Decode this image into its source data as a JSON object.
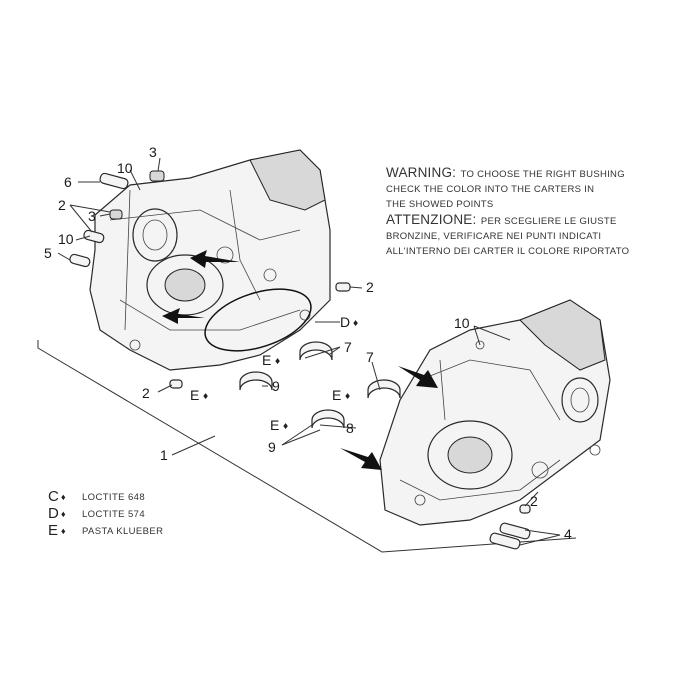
{
  "warning": {
    "heading_en": "WARNING:",
    "line1_en": "TO CHOOSE THE RIGHT BUSHING",
    "line2_en": "CHECK THE COLOR INTO THE CARTERS IN",
    "line3_en": "THE SHOWED POINTS",
    "heading_it": "ATTENZIONE:",
    "line1_it": "PER SCEGLIERE LE GIUSTE",
    "line2_it": "BRONZINE, VERIFICARE NEI PUNTI INDICATI",
    "line3_it": "ALL'INTERNO DEI CARTER IL COLORE RIPORTATO"
  },
  "legend": [
    {
      "letter": "C",
      "text": "LOCTITE 648"
    },
    {
      "letter": "D",
      "text": "LOCTITE 574"
    },
    {
      "letter": "E",
      "text": "PASTA KLUEBER"
    }
  ],
  "drop_symbol": "♦",
  "callouts": {
    "c1": "1",
    "c2_left_top": "2",
    "c2_right_top": "2",
    "c2_left_bottom": "2",
    "c2_right_bottom": "2",
    "c3_top": "3",
    "c3_mid": "3",
    "c4": "4",
    "c5": "5",
    "c6": "6",
    "c7_upper": "7",
    "c7_lower": "7",
    "c8": "8",
    "c9_upper": "9",
    "c9_lower": "9",
    "c10_top": "10",
    "c10_mid": "10",
    "c10_right": "10",
    "d_label": "D",
    "e_upper": "E",
    "e_left": "E",
    "e_right": "E",
    "e_lower": "E"
  }
}
